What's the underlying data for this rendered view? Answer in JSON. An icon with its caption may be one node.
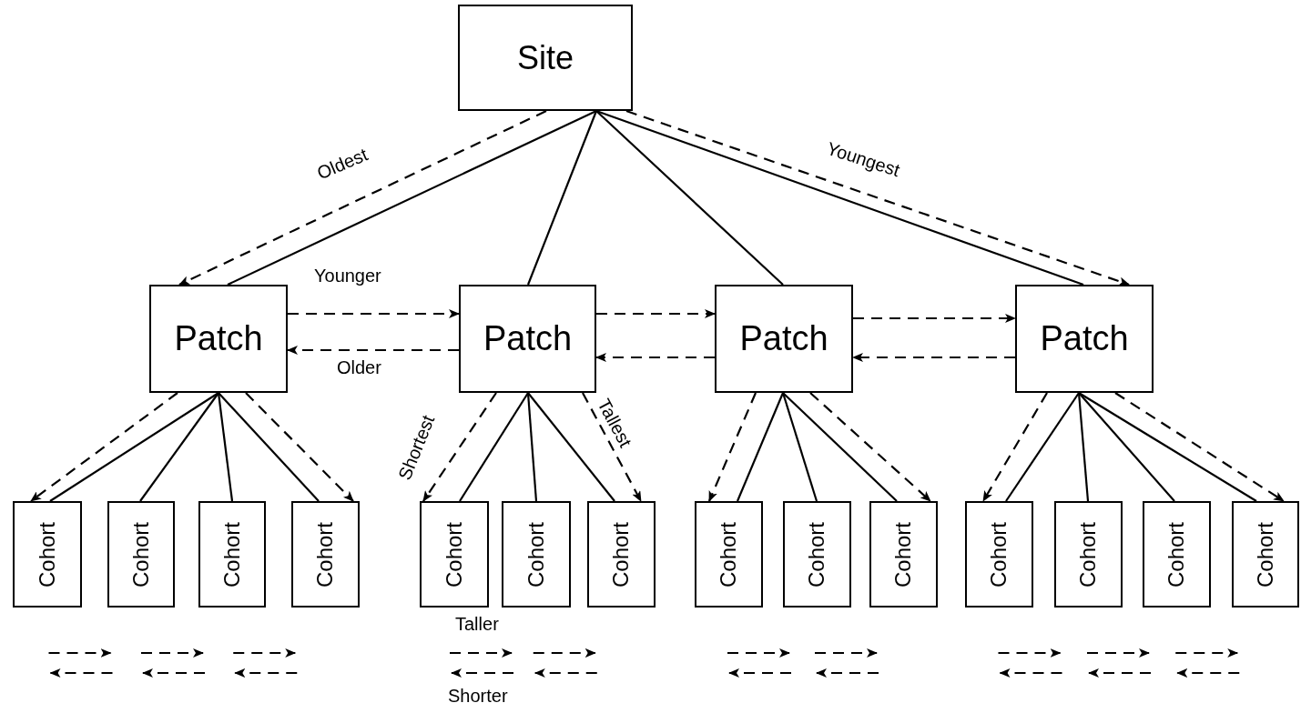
{
  "diagram": {
    "nodes": [
      {
        "text": [
          "Site"
        ]
      },
      {
        "text": [
          "Patch"
        ]
      },
      {
        "text": [
          "Patch"
        ]
      },
      {
        "text": [
          "Patch"
        ]
      },
      {
        "text": [
          "Patch"
        ]
      },
      {
        "text": [
          "Cohort"
        ]
      },
      {
        "text": [
          "Cohort"
        ]
      },
      {
        "text": [
          "Cohort"
        ]
      },
      {
        "text": [
          "Cohort"
        ]
      },
      {
        "text": [
          "Cohort"
        ]
      },
      {
        "text": [
          "Cohort"
        ]
      },
      {
        "text": [
          "Cohort"
        ]
      },
      {
        "text": [
          "Cohort"
        ]
      },
      {
        "text": [
          "Cohort"
        ]
      },
      {
        "text": [
          "Cohort"
        ]
      },
      {
        "text": [
          "Cohort"
        ]
      },
      {
        "text": [
          "Cohort"
        ]
      },
      {
        "text": [
          "Cohort"
        ]
      },
      {
        "text": [
          "Cohort"
        ]
      }
    ],
    "edges": [
      {
        "from": 0,
        "to": 1,
        "arrow": "none"
      },
      {
        "from": 0,
        "to": 2,
        "arrow": "none"
      },
      {
        "from": 0,
        "to": 3,
        "arrow": "none"
      },
      {
        "from": 0,
        "to": 4,
        "arrow": "none"
      },
      {
        "from": 0,
        "to": 1,
        "arrow": "to",
        "style": "dashed",
        "label": "Oldest"
      },
      {
        "from": 0,
        "to": 4,
        "arrow": "to",
        "style": "dashed",
        "label": "Youngest"
      },
      {
        "from": 1,
        "to": 2,
        "arrow": "to",
        "style": "dashed",
        "label": "Younger"
      },
      {
        "from": 2,
        "to": 1,
        "arrow": "to",
        "style": "dashed",
        "label": "Older"
      },
      {
        "from": 2,
        "to": 3,
        "arrow": "to",
        "style": "dashed"
      },
      {
        "from": 3,
        "to": 2,
        "arrow": "to",
        "style": "dashed"
      },
      {
        "from": 3,
        "to": 4,
        "arrow": "to",
        "style": "dashed"
      },
      {
        "from": 4,
        "to": 3,
        "arrow": "to",
        "style": "dashed"
      },
      {
        "from": 1,
        "to": 5,
        "arrow": "none"
      },
      {
        "from": 1,
        "to": 6,
        "arrow": "none"
      },
      {
        "from": 1,
        "to": 7,
        "arrow": "none"
      },
      {
        "from": 1,
        "to": 8,
        "arrow": "none"
      },
      {
        "from": 1,
        "to": 5,
        "arrow": "to",
        "style": "dashed"
      },
      {
        "from": 1,
        "to": 8,
        "arrow": "to",
        "style": "dashed"
      },
      {
        "from": 2,
        "to": 9,
        "arrow": "none"
      },
      {
        "from": 2,
        "to": 10,
        "arrow": "none"
      },
      {
        "from": 2,
        "to": 11,
        "arrow": "none"
      },
      {
        "from": 2,
        "to": 9,
        "arrow": "to",
        "style": "dashed",
        "label": "Shortest"
      },
      {
        "from": 2,
        "to": 11,
        "arrow": "to",
        "style": "dashed",
        "label": "Tallest"
      },
      {
        "from": 3,
        "to": 12,
        "arrow": "none"
      },
      {
        "from": 3,
        "to": 13,
        "arrow": "none"
      },
      {
        "from": 3,
        "to": 14,
        "arrow": "none"
      },
      {
        "from": 3,
        "to": 12,
        "arrow": "to",
        "style": "dashed"
      },
      {
        "from": 3,
        "to": 14,
        "arrow": "to",
        "style": "dashed"
      },
      {
        "from": 4,
        "to": 15,
        "arrow": "none"
      },
      {
        "from": 4,
        "to": 16,
        "arrow": "none"
      },
      {
        "from": 4,
        "to": 17,
        "arrow": "none"
      },
      {
        "from": 4,
        "to": 18,
        "arrow": "none"
      },
      {
        "from": 4,
        "to": 15,
        "arrow": "to",
        "style": "dashed"
      },
      {
        "from": 4,
        "to": 18,
        "arrow": "to",
        "style": "dashed"
      }
    ],
    "labels": [
      "Taller",
      "Shorter"
    ]
  }
}
